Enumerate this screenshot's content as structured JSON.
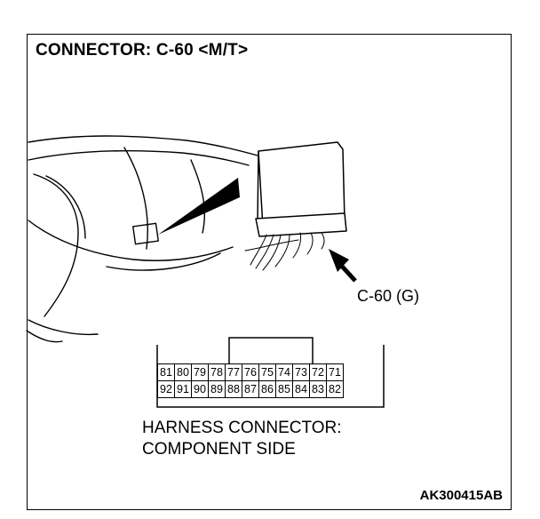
{
  "title": "CONNECTOR: C-60 <M/T>",
  "callout_label": "C-60 (G)",
  "connector": {
    "top_row": [
      "81",
      "80",
      "79",
      "78",
      "77",
      "76",
      "75",
      "74",
      "73",
      "72",
      "71"
    ],
    "bottom_row": [
      "92",
      "91",
      "90",
      "89",
      "88",
      "87",
      "86",
      "85",
      "84",
      "83",
      "82"
    ]
  },
  "side_note": {
    "line1": "HARNESS CONNECTOR:",
    "line2": "COMPONENT SIDE"
  },
  "reference_id": "AK300415AB"
}
